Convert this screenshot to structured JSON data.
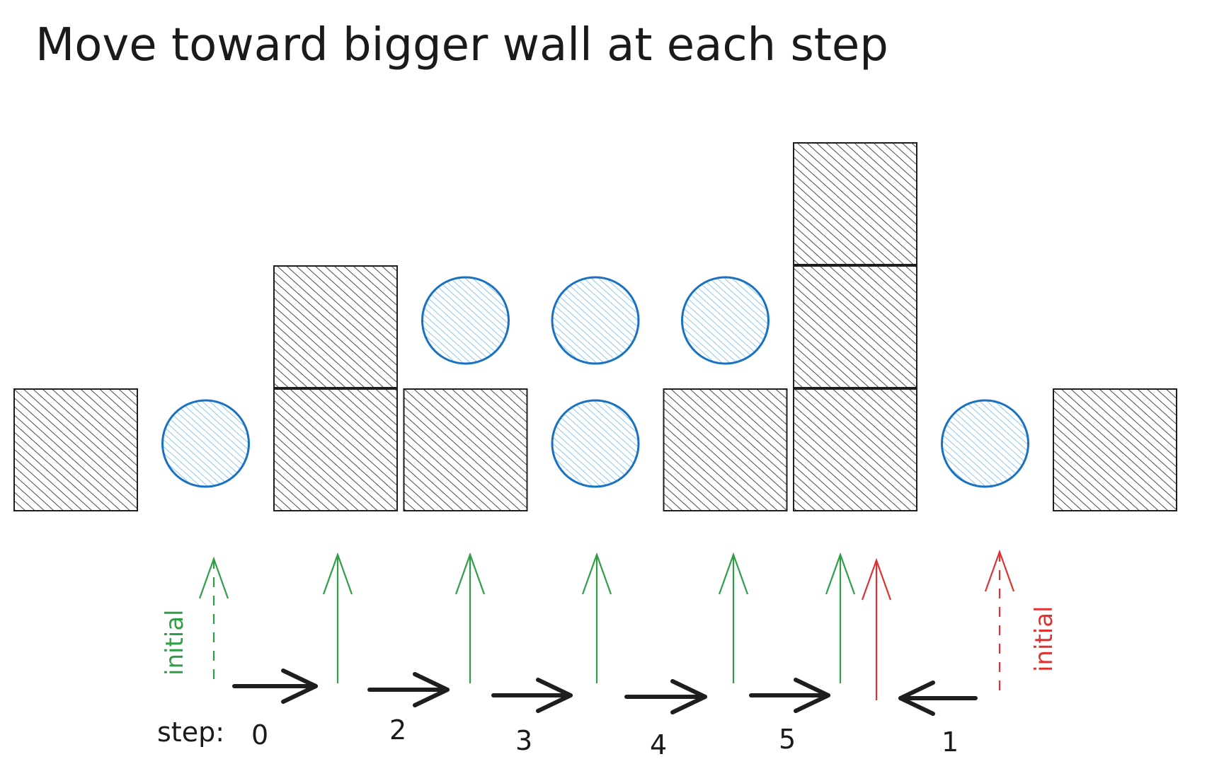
{
  "title": "Move toward bigger wall at each step",
  "colors": {
    "wall_stroke": "#1e1e1e",
    "wall_hatch": "#1e1e1e",
    "water_stroke": "#1971c2",
    "water_hatch": "#a5d8ff",
    "left_pointer": "#2f9e44",
    "right_pointer": "#e03131",
    "step_arrow": "#1e1e1e"
  },
  "labels": {
    "step_prefix": "step:",
    "left_initial": "initial",
    "right_initial": "initial"
  },
  "elevation": [
    1,
    0,
    2,
    1,
    0,
    1,
    3,
    0,
    1
  ],
  "trapped_water": [
    0,
    1,
    0,
    1,
    2,
    1,
    0,
    1,
    0
  ],
  "steps": [
    {
      "label": "0",
      "pointer": "left",
      "direction": "right"
    },
    {
      "label": "2",
      "pointer": "left",
      "direction": "right"
    },
    {
      "label": "3",
      "pointer": "left",
      "direction": "right"
    },
    {
      "label": "4",
      "pointer": "left",
      "direction": "right"
    },
    {
      "label": "5",
      "pointer": "left",
      "direction": "right"
    },
    {
      "label": "1",
      "pointer": "right",
      "direction": "left"
    }
  ]
}
